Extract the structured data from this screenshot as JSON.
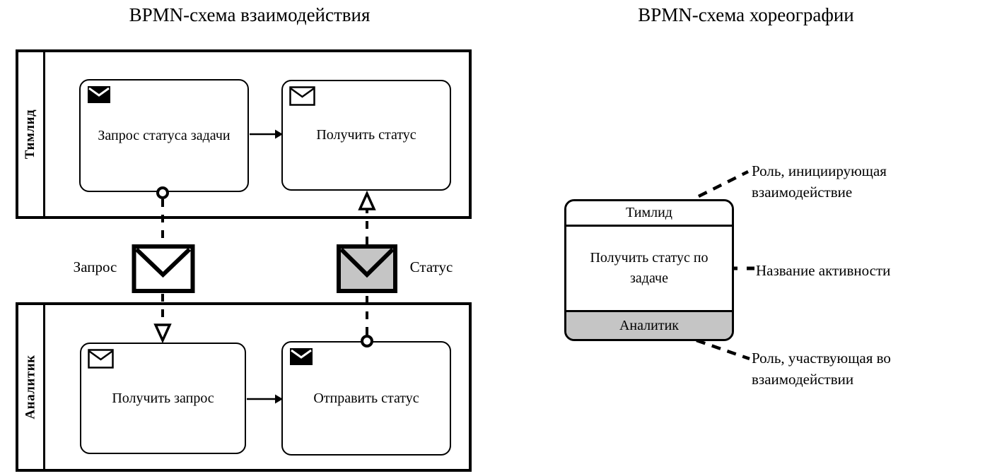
{
  "interaction": {
    "title": "BPMN-схема взаимодействия",
    "pools": [
      {
        "label": "Тимлид",
        "tasks": [
          {
            "label": "Запрос статуса задачи",
            "icon": "send-message-icon"
          },
          {
            "label": "Получить статус",
            "icon": "receive-message-icon"
          }
        ]
      },
      {
        "label": "Аналитик",
        "tasks": [
          {
            "label": "Получить запрос",
            "icon": "receive-message-icon"
          },
          {
            "label": "Отправить статус",
            "icon": "send-message-icon"
          }
        ]
      }
    ],
    "messages": [
      {
        "label": "Запрос",
        "fill": "white"
      },
      {
        "label": "Статус",
        "fill": "gray"
      }
    ]
  },
  "choreography": {
    "title": "BPMN-схема хореографии",
    "activity": {
      "initiator": "Тимлид",
      "name": "Получить статус по задаче",
      "participant": "Аналитик"
    },
    "annotations": [
      {
        "label": "Роль, инициирующая взаимодействие"
      },
      {
        "label": "Название активности"
      },
      {
        "label": "Роль, участвующая во взаимодействии"
      }
    ]
  },
  "colors": {
    "ink": "#000000",
    "background": "#ffffff",
    "gray_fill": "#c5c5c5"
  }
}
